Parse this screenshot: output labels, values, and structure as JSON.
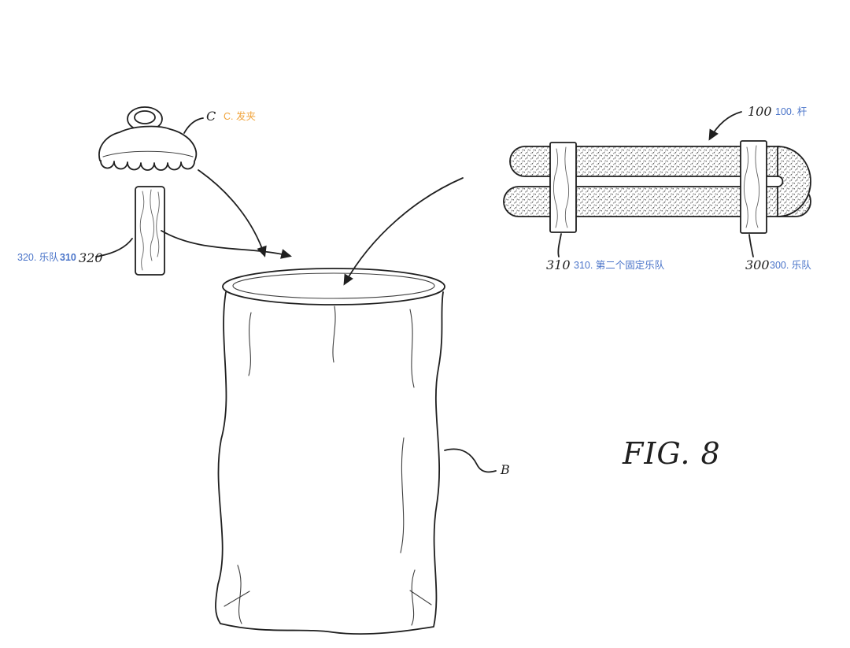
{
  "figure": {
    "caption": "FIG. 8",
    "colors": {
      "ink": "#1f1f1f",
      "annotation_blue": "#4a74c9",
      "annotation_orange": "#f0a43c",
      "background": "#ffffff"
    },
    "labels": {
      "clip": {
        "ref": "C",
        "note": "C. 发夹"
      },
      "band320": {
        "note": "320. 乐队",
        "note_bold": "310",
        "ref": "320"
      },
      "bag": {
        "ref": "B"
      },
      "rod": {
        "ref": "100",
        "note": "100. 杆"
      },
      "band310": {
        "ref": "310",
        "note": "310. 第二个固定乐队"
      },
      "band300": {
        "ref": "300",
        "note": "300. 乐队"
      }
    }
  }
}
